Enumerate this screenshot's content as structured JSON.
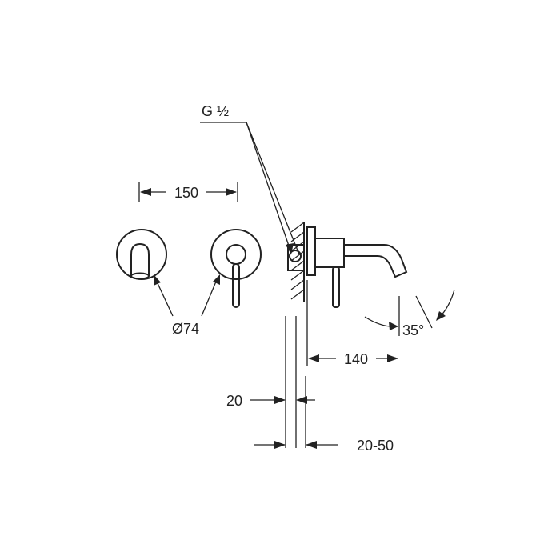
{
  "labels": {
    "thread": "G ½",
    "width": "150",
    "diameter": "Ø74",
    "angle": "35°",
    "projection": "140",
    "depth_fixed": "20",
    "depth_range": "20-50"
  },
  "colors": {
    "line": "#222222",
    "background": "#ffffff"
  }
}
